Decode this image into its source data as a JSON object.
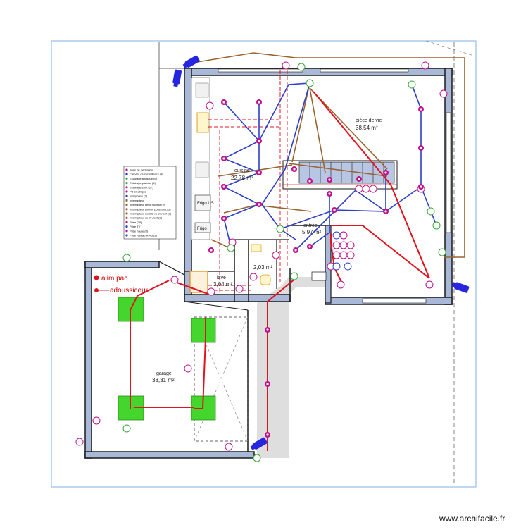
{
  "watermark": "www.archifacile.fr",
  "rooms": {
    "living": {
      "name": "pièce de vie",
      "area": "38,54 m²"
    },
    "kitchen": {
      "name": "cuisine",
      "area": "22,78 m²"
    },
    "entry": {
      "name": "entrée",
      "area": "5,97 m²"
    },
    "laundry": {
      "name": "lave",
      "area": "3,04 m²"
    },
    "wc": {
      "name": "",
      "area": "2,03 m²"
    },
    "garage": {
      "name": "garage",
      "area": "38,31 m²"
    }
  },
  "fixtures": {
    "fridge_us": "Frigo US",
    "fridge": "Frigo"
  },
  "annotations": {
    "alim_pac": "alim pac",
    "adoucisseur": "adoussiceur"
  },
  "legend": [
    "Boite de dérivation",
    "Caméra de surveillance (4)",
    "Eclairage applique (6)",
    "Eclairage plafond (4)",
    "Eclairage spot (27)",
    "PB électrique",
    "Interphone (2)",
    "Interrupteur",
    "Interrupteur deux rupteur (2)",
    "Interrupteur bouton poussoir (15)",
    "Interrupteur double va et vient (2)",
    "Interrupteur va et vient (8)",
    "Prise (78)",
    "Prise TV",
    "Prise haute (8)",
    "Prise réseau RJ45 (2)"
  ],
  "colors": {
    "wall": "#1a1a1a",
    "wall_fill": "#aab8d8",
    "wire_red": "#e0141e",
    "wire_blue": "#2c3ec8",
    "wire_brown": "#9a6430",
    "socket": "#c0108c",
    "light": "#3aa83a",
    "camera": "#2626e0",
    "green_block": "#44d62c",
    "frame": "#7fb3e6"
  }
}
